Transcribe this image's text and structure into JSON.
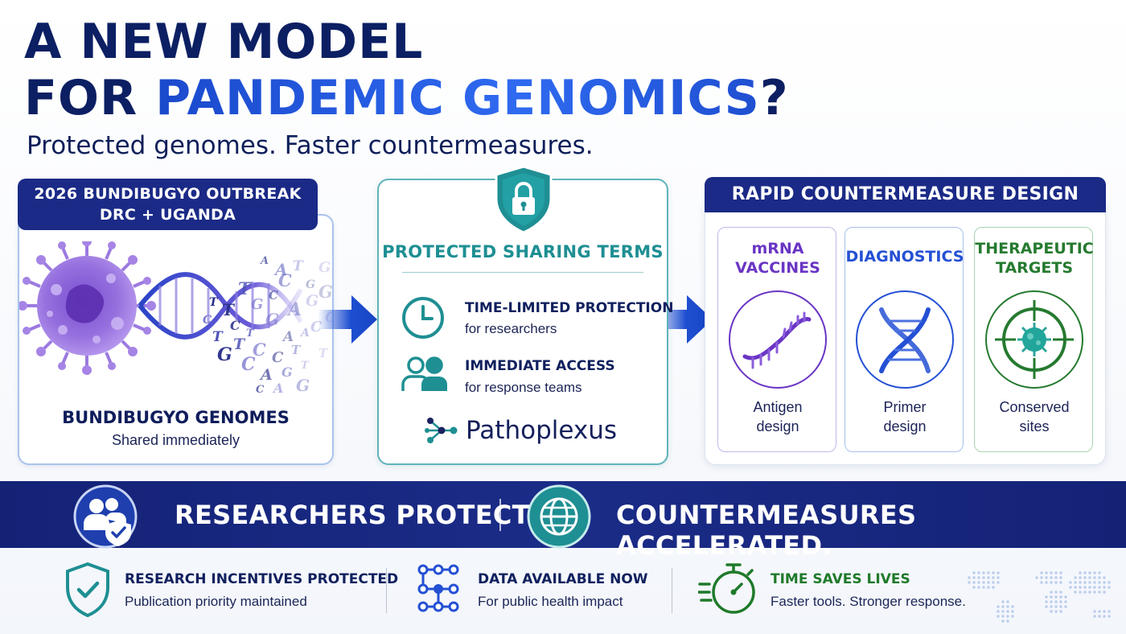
{
  "title": {
    "line1": "A NEW MODEL",
    "line2_plain": "FOR ",
    "line2_accent": "PANDEMIC GENOMICS",
    "line2_end": "?",
    "subtitle": "Protected genomes. Faster countermeasures."
  },
  "outbreak": {
    "header_line1": "2026 BUNDIBUGYO OUTBREAK",
    "header_line2": "DRC + UGANDA",
    "genomes_title": "BUNDIBUGYO GENOMES",
    "genomes_sub": "Shared immediately",
    "letters": [
      "A",
      "A",
      "T",
      "G",
      "T",
      "G",
      "C",
      "A",
      "G",
      "C",
      "T",
      "G",
      "A",
      "A",
      "C",
      "C",
      "T",
      "C",
      "A",
      "G",
      "T",
      "T",
      "T",
      "C",
      "G",
      "C",
      "T",
      "G",
      "T",
      "A",
      "C",
      "G",
      "C",
      "T",
      "C",
      "G"
    ]
  },
  "sharing": {
    "title": "PROTECTED SHARING TERMS",
    "feature1_title": "TIME-LIMITED PROTECTION",
    "feature1_sub": "for researchers",
    "feature2_title": "IMMEDIATE ACCESS",
    "feature2_sub": "for response teams",
    "logo": "Pathoplexus"
  },
  "countermeasures": {
    "header": "RAPID COUNTERMEASURE DESIGN",
    "cards": [
      {
        "title_line1": "mRNA",
        "title_line2": "VACCINES",
        "sub_line1": "Antigen",
        "sub_line2": "design",
        "color": "#6a35c4",
        "icon": "rna-strand-icon"
      },
      {
        "title_line1": "DIAGNOSTICS",
        "title_line2": "",
        "sub_line1": "Primer",
        "sub_line2": "design",
        "color": "#2450d4",
        "icon": "dna-helix-icon"
      },
      {
        "title_line1": "THERAPEUTIC",
        "title_line2": "TARGETS",
        "sub_line1": "Conserved",
        "sub_line2": "sites",
        "color": "#257a2f",
        "icon": "target-virus-icon"
      }
    ]
  },
  "banner": {
    "left": "RESEARCHERS PROTECTED.",
    "right": "COUNTERMEASURES ACCELERATED."
  },
  "bottom": [
    {
      "title": "RESEARCH INCENTIVES PROTECTED",
      "sub": "Publication priority maintained",
      "color": "#10205e"
    },
    {
      "title": "DATA AVAILABLE NOW",
      "sub": "For public health impact",
      "color": "#10205e"
    },
    {
      "title": "TIME SAVES LIVES",
      "sub": "Faster tools. Stronger response.",
      "color": "#1f7a2a"
    }
  ],
  "colors": {
    "navy": "#1b2a86",
    "teal": "#1e8f93",
    "purple": "#6a35c4",
    "blue": "#2450d4",
    "green": "#257a2f"
  }
}
